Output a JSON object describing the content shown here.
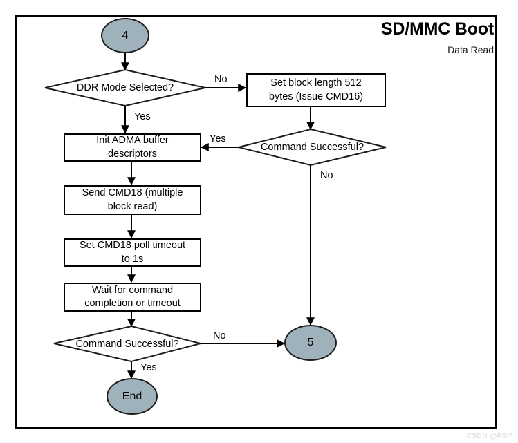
{
  "header": {
    "title": "SD/MMC Boot",
    "subtitle": "Data Read"
  },
  "watermark": "CSDN @RSY",
  "colors": {
    "terminal_fill": "#9fb2bb",
    "stroke": "#000000",
    "background": "#ffffff"
  },
  "nodes": {
    "start": {
      "label": "4",
      "shape": "oval"
    },
    "ddr_mode": {
      "label": "DDR Mode Selected?",
      "shape": "diamond"
    },
    "set_block_length": {
      "label": "Set block length 512 bytes (Issue CMD16)",
      "line1": "Set block length 512",
      "line2": "bytes (Issue CMD16)",
      "shape": "box"
    },
    "cmd_success_top": {
      "label": "Command Successful?",
      "shape": "diamond"
    },
    "init_adma": {
      "label": "Init ADMA buffer descriptors",
      "line1": "Init ADMA buffer",
      "line2": "descriptors",
      "shape": "box"
    },
    "send_cmd18": {
      "label": "Send CMD18 (multiple block read)",
      "line1": "Send CMD18 (multiple",
      "line2": "block read)",
      "shape": "box"
    },
    "set_timeout": {
      "label": "Set CMD18 poll timeout to 1s",
      "line1": "Set CMD18 poll timeout",
      "line2": "to 1s",
      "shape": "box"
    },
    "wait_completion": {
      "label": "Wait for command completion or timeout",
      "line1": "Wait for command",
      "line2": "completion or timeout",
      "shape": "box"
    },
    "cmd_success_bottom": {
      "label": "Command Successful?",
      "shape": "diamond"
    },
    "connector_five": {
      "label": "5",
      "shape": "oval"
    },
    "end": {
      "label": "End",
      "shape": "oval"
    }
  },
  "edge_labels": {
    "ddr_no": "No",
    "ddr_yes": "Yes",
    "top_success_yes": "Yes",
    "top_success_no": "No",
    "bottom_success_no": "No",
    "bottom_success_yes": "Yes"
  }
}
